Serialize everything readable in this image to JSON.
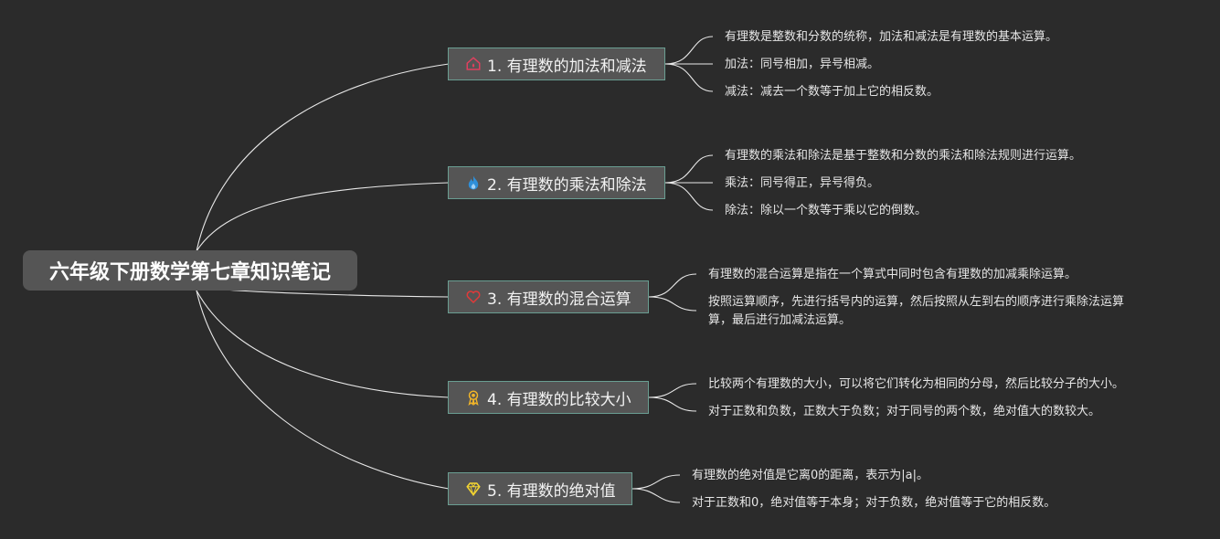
{
  "root": {
    "title": "六年级下册数学第七章知识笔记"
  },
  "branches": [
    {
      "label": "1. 有理数的加法和减法",
      "icon": "house-icon",
      "icon_color": "#e0405f",
      "leaves": [
        "有理数是整数和分数的统称，加法和减法是有理数的基本运算。",
        "加法：同号相加，异号相减。",
        "减法：减去一个数等于加上它的相反数。"
      ]
    },
    {
      "label": "2. 有理数的乘法和除法",
      "icon": "flame-icon",
      "icon_color": "#2f8fd8",
      "leaves": [
        "有理数的乘法和除法是基于整数和分数的乘法和除法规则进行运算。",
        "乘法：同号得正，异号得负。",
        "除法：除以一个数等于乘以它的倒数。"
      ]
    },
    {
      "label": "3. 有理数的混合运算",
      "icon": "heart-icon",
      "icon_color": "#e03a3a",
      "leaves": [
        "有理数的混合运算是指在一个算式中同时包含有理数的加减乘除运算。",
        "按照运算顺序，先进行括号内的运算，然后按照从左到右的顺序进行乘除法运算",
        "算，最后进行加减法运算。"
      ]
    },
    {
      "label": "4. 有理数的比较大小",
      "icon": "medal-icon",
      "icon_color": "#f0b429",
      "leaves": [
        "比较两个有理数的大小，可以将它们转化为相同的分母，然后比较分子的大小。",
        "对于正数和负数，正数大于负数；对于同号的两个数，绝对值大的数较大。"
      ]
    },
    {
      "label": "5. 有理数的绝对值",
      "icon": "diamond-icon",
      "icon_color": "#f5d631",
      "leaves": [
        "有理数的绝对值是它离0的距离，表示为|a|。",
        "对于正数和0，绝对值等于本身；对于负数，绝对值等于它的相反数。"
      ]
    }
  ]
}
